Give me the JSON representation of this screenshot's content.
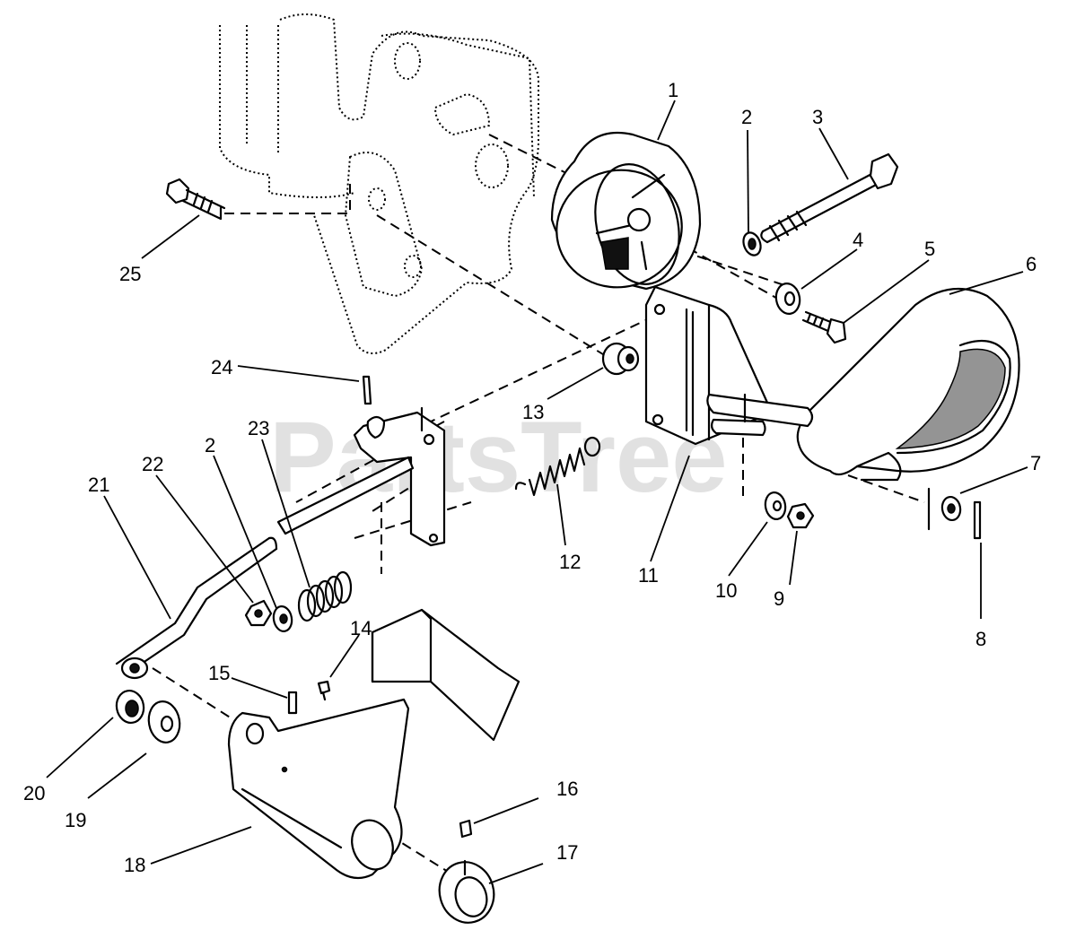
{
  "watermark": "PartsTree",
  "callouts": [
    "1",
    "2",
    "3",
    "4",
    "5",
    "6",
    "7",
    "8",
    "9",
    "10",
    "11",
    "12",
    "13",
    "14",
    "15",
    "16",
    "17",
    "18",
    "19",
    "20",
    "21",
    "22",
    "2",
    "23",
    "24",
    "25"
  ]
}
